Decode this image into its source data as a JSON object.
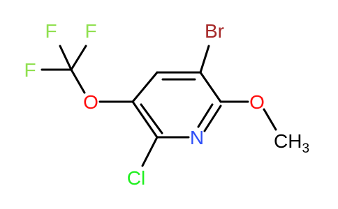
{
  "molecule": {
    "atoms": {
      "f1": "F",
      "f2": "F",
      "f3": "F",
      "br": "Br",
      "o_ocf3": "O",
      "o_ome": "O",
      "n": "N",
      "cl": "Cl",
      "ch3_main": "CH",
      "ch3_sub": "3"
    },
    "colors": {
      "fluorine": "#90e050",
      "bromine": "#a62929",
      "oxygen": "#ff0d0d",
      "nitrogen": "#3050f8",
      "chlorine": "#1ff01f",
      "carbon": "#000000",
      "bond": "#000000"
    }
  }
}
